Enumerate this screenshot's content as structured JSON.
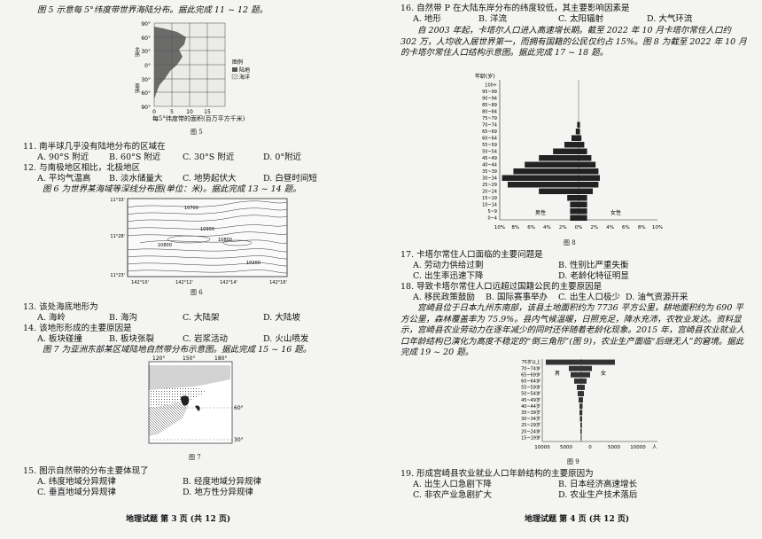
{
  "left": {
    "intro5": "图 5 示意每 5°纬度带世界海陆分布。据此完成 11 ~ 12 题。",
    "fig5": {
      "lat_ticks": [
        "90°",
        "60°",
        "30°",
        "0°",
        "30°",
        "60°",
        "90°"
      ],
      "n_label": "北纬",
      "s_label": "南纬",
      "x_ticks": [
        "0",
        "5",
        "10",
        "15"
      ],
      "xlabel": "每5°纬度带的面积(百万平方千米)",
      "legend_title": "图例",
      "legend_land": "陆地",
      "legend_ocean": "海洋",
      "caption": "图 5"
    },
    "q11": "11. 南半球几乎没有陆地分布的区域在",
    "q11_opts": [
      "A. 90°S 附近",
      "B. 60°S 附近",
      "C. 30°S 附近",
      "D. 0°附近"
    ],
    "q12": "12. 与南极地区相比，北极地区",
    "q12_opts": [
      "A. 平均气温高",
      "B. 淡水储量大",
      "C. 地势起伏大",
      "D. 白昼时间短"
    ],
    "intro6": "图 6 为世界某海域等深线分布图(单位：米)。据此完成 13 ~ 14 题。",
    "fig6": {
      "y_ticks": [
        "11°33'",
        "11°28'",
        "11°23'"
      ],
      "x_ticks": [
        "142°10'",
        "142°12'",
        "142°14'",
        "142°16'"
      ],
      "contours": [
        "10900",
        "10800",
        "10700",
        "10200",
        "10800"
      ],
      "caption": "图 6"
    },
    "q13": "13. 该处海底地形为",
    "q13_opts": [
      "A. 海岭",
      "B. 海沟",
      "C. 大陆架",
      "D. 大陆坡"
    ],
    "q14": "14. 该地形形成的主要原因是",
    "q14_opts": [
      "A. 板块碰撞",
      "B. 板块张裂",
      "C. 岩浆活动",
      "D. 火山喷发"
    ],
    "intro7": "图 7 为亚洲东部某区域陆地自然带分布示意图。据此完成 15 ~ 16 题。",
    "fig7": {
      "top_ticks": [
        "120°",
        "150°",
        "180°"
      ],
      "right_ticks": [
        "60°",
        "30°"
      ],
      "caption": "图 7"
    },
    "q15": "15. 图示自然带的分布主要体现了",
    "q15_opts": [
      "A. 纬度地域分异规律",
      "B. 经度地域分异规律",
      "C. 垂直地域分异规律",
      "D. 地方性分异规律"
    ],
    "footer": "地理试题 第 3 页 (共 12 页)"
  },
  "right": {
    "q16": "16. 自然带 P 在大陆东岸分布的纬度较低，其主要影响因素是",
    "q16_opts": [
      "A. 地形",
      "B. 洋流",
      "C. 太阳辐射",
      "D. 大气环流"
    ],
    "intro8": "自 2003 年起，卡塔尔人口进入高速增长期。截至 2022 年 10 月卡塔尔常住人口约 302 万，人均收入居世界第一，而拥有国籍的公民仅约占 15%。图 8 为截至 2022 年 10 月的卡塔尔常住人口结构示意图。据此完成 17 ~ 18 题。",
    "fig8": {
      "ylabel": "年龄(岁)",
      "ages": [
        "100+",
        "95~99",
        "90~94",
        "85~89",
        "80~84",
        "75~79",
        "70~74",
        "65~69",
        "60~64",
        "55~59",
        "50~54",
        "45~49",
        "40~44",
        "35~39",
        "30~34",
        "25~29",
        "20~24",
        "15~19",
        "10~14",
        "5~9",
        "0~4"
      ],
      "male": "男性",
      "female": "女性",
      "x_ticks": [
        "10%",
        "8%",
        "6%",
        "4%",
        "2%",
        "0%",
        "2%",
        "4%",
        "6%",
        "8%",
        "10%"
      ],
      "caption": "图 8"
    },
    "q17": "17. 卡塔尔常住人口面临的主要问题是",
    "q17_opts": [
      "A. 劳动力供给过剩",
      "B. 性别比严重失衡",
      "C. 出生率迅速下降",
      "D. 老龄化特征明显"
    ],
    "q18": "18. 导致卡塔尔常住人口远超过国籍公民的主要原因是",
    "q18_opts": [
      "A. 移民政策鼓励",
      "B. 国际赛事举办",
      "C. 出生人口极少",
      "D. 油气资源开采"
    ],
    "intro9": "宫崎县位于日本九州东南部，该县土地面积约为 7736 平方公里，耕地面积约为 690 平方公里，森林覆盖率为 75.9%。县内气候温暖，日照充足，降水充沛，农牧业发达。资料显示，宫崎县农业劳动力在逐年减少的同时还伴随着老龄化现象。2015 年，宫崎县农业就业人口年龄结构已演化为高度不稳定的“倒三角形”(图 9)，农业生产面临“后继无人”的窘境。据此完成 19 ~ 20 题。",
    "fig9": {
      "ages": [
        "75岁以上",
        "70~74岁",
        "65~69岁",
        "60~64岁",
        "55~59岁",
        "50~54岁",
        "45~49岁",
        "40~44岁",
        "35~39岁",
        "30~34岁",
        "25~29岁",
        "20~24岁",
        "15~19岁"
      ],
      "male": "男",
      "female": "女",
      "x_ticks": [
        "10000",
        "5000",
        "0",
        "5000",
        "10000"
      ],
      "unit": "人",
      "caption": "图 9"
    },
    "q19": "19. 形成宫崎县农业就业人口年龄结构的主要原因为",
    "q19_opts": [
      "A. 出生人口急剧下降",
      "B. 日本经济高速增长",
      "C. 非农产业急剧扩大",
      "D. 农业生产技术落后"
    ],
    "footer": "地理试题 第 4 页 (共 12 页)"
  }
}
